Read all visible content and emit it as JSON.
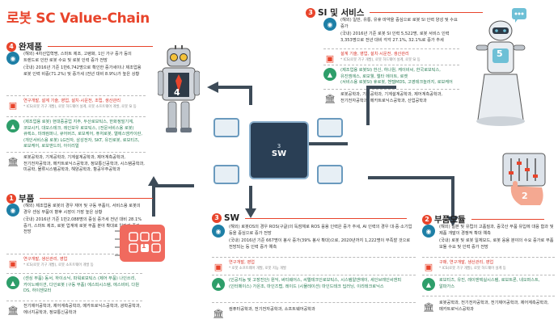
{
  "title": "로봇 SC Value-Chain",
  "sections": {
    "finished": {
      "num": "4",
      "label": "완제품"
    },
    "si": {
      "num": "3",
      "label": "SI 및 서비스"
    },
    "parts": {
      "num": "1",
      "label": "부품"
    },
    "sw": {
      "num": "3",
      "label": "SW"
    },
    "module": {
      "num": "2",
      "label": "부품모듈"
    }
  },
  "finished": {
    "intro1": "(해외) 4차산업혁명, 스마트 제조, 고령화, 1인 가구 증가 등의 트렌드로 인한 로봇 수요 및 로봇 인력 증가 전망",
    "intro2": "(국내) 2016년 기준 1만6,742명으로 확인한 증가세이나 제조업용 로봇 인력 비중(71.2%) 및 증가세 (전년 대비 8.9%)가 높은 상황",
    "jobs": "연구개발, 설계 기술, 영업, 설치·시운전, 조립, 생산관리",
    "jobs_note": "* ICS(로봇 기구 개발), 로봇 하드웨어 설계, 로봇 소프트웨어 개발, 로봇 SI 등",
    "companies": "(제조업용 로봇) 현대중공업 지주, 두산로보틱스, 한화정밀기계, 코보시키, 대모스테크, 레인보우 로보틱스, (전문서비스용 로봇) 큐렉소, 미래컴퍼니, 큐어버즈, 로보케어, 퓨처로봇, 엘에스엠카이란, (개인서비스용 로봇) LG전자, 삼성전자, SKT, 유진로봇, 로보티즈, 로보케어, 로보앤드미, 아이리얼",
    "schools": "로봇공학과, 기계공학과, 기계설계공학과, 제어계측공학과, 전기전자공학과, 메카트로닉스공학과, 정보통신공학과, 시스템공학과, 미공학, 물류시스템공학과, 해양공학과, 항공우주공학과"
  },
  "si": {
    "intro1": "(해외) 일반, 유통, 유휴 마약을 중심으로 로봇 SI 인력 양성 및 수요 증가",
    "intro2": "(국내) 2016년 기준 로봇 SI 인력 5,522명, 로봇 서비스 인력 3,353명으로 전년 대비 각각 27.1%, 32.1%로 증가 추세",
    "jobs": "설계 기술, 영업, 설치·시운전, 생산관리",
    "jobs_note": "* ICS(로봇 기구 개발), 로봇 하드웨어 설계, 로봇 SI 등",
    "companies1": "(제조업용 로봇SI) 한신, 하나원, 케이비씨, 한국로보틱스, 유진엠에스, 로보웰, 엘타 에이트, 로켓",
    "companies2": "(서비스용 로봇SI) 휴로봇, 헨텔MDS, 고영테크놀러지, 로보케어",
    "schools": "로봇공학과, 기계공학과, 기계설계공학과, 제어계측공학과, 전기전자공학과, 메카트로닉스공학과, 산업공학과"
  },
  "parts": {
    "intro1": "(해외) 제조업용 로봇의 경우 재어 및 구동 부품이, 서비스용 로봇의 경우 센싱 부품이 향후 시장이 가장 높은 상황",
    "intro2": "(국내) 2016년 기준 1만2,088명의 중심 증가세 전년 대비 28.1% 증가, 스마트 제조, 로봇 업계에 로봇 부품 분야 확대로 일자리 증가 전망",
    "jobs": "연구개발, 생산관리, 영업",
    "jobs_note": "* ICS(로봇 기구 개발), 로봇 소프트웨어 개발 등",
    "companies": "(센싱 부품) 동서, 하이소닉, 파워로보틱스 (제어 부품) 나인쓰리, 카이노베이션, 다인로봇 (구동 부품) 에스피시스템, 에스비비, 다원 DS, 하이젠모터",
    "schools": "전기제어공학과, 제어계측공학과, 메카트로닉스공학과, 광학공학과, 에너지공학과, 정보통신공학과"
  },
  "sw": {
    "intro1": "(해외) 로봇OS의 경우 ROS(구글)의 독점체로 ROS 응용 인력은 증가 추세, AI 인력의 경우 대·중·소기업 등을 중심으로 증가 전망",
    "intro2": "(국내) 2016년 기준 667명이 봉사 증가(39% 봉사 확대)으로, 2020년까지 1,222명이 부족할 것으로 전망되는 등 인력 증가 예측",
    "jobs": "연구개발, 영업",
    "jobs_note": "* 로봇 소프트웨어 개발, 로봇 지능 개발",
    "companies": "(인공지능 및 고장진단) 원익, 써티웨어스, 씨엘테크인로보틱스, 시스템알앤에이, 세인브레인씨앤피 (인터페이스) 가온조, 마인즈랩, 레이드 (시뮬레이션) 마인드테크 딥러닝, 이리테크로닉스",
    "schools": "컴퓨터공학과, 전기전자공학과, 소프트웨어공학과"
  },
  "module": {
    "intro1": "(해외) 일본 및 유럽의 고품질과, 중국산 부품 유입에 대응 함과 및 제품 개발이 경쟁적 확대 예측",
    "intro2": "(국내) 로봇 및 로봇 일체모드, 로봇 응용 분야의 수요 증가로 부품 모듈 수요 및 인력 증가 전망",
    "jobs": "구매, 연구개발, 생산관리, 영업",
    "jobs_note": "* ICS(로봇 기구 개발), 로봇 하드웨어 설계 등",
    "companies": "로보티즈, 유진, 레이엔텍실시스템, 로보트론, 네오퍼스트, 알파가스",
    "schools": "로봇공학과, 전기전자공학과, 전기제어공학과, 제어계측공학과, 메카트로닉스공학과"
  },
  "labels": {
    "robot_num": "4",
    "si_robot_num": "5",
    "chip_label": "SW",
    "chip_num": "3",
    "module_num": "2",
    "parts_num": "1"
  },
  "colors": {
    "accent": "#e8442b",
    "teal": "#1e7fa6",
    "green": "#2e9e6a",
    "arrow": "#3d4b58"
  }
}
